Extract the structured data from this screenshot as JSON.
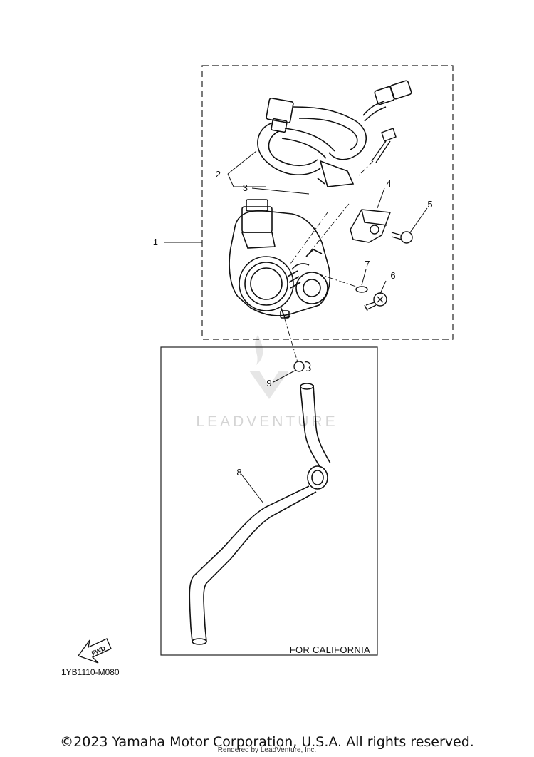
{
  "diagram": {
    "callouts": [
      "1",
      "2",
      "3",
      "4",
      "5",
      "6",
      "7",
      "8",
      "9"
    ],
    "region_note": "FOR CALIFORNIA",
    "fwd_label": "FWD",
    "part_code": "1YB1110-M080",
    "watermark": "LEADVENTURE"
  },
  "footer": {
    "copyright": "©2023 Yamaha Motor Corporation, U.S.A. All rights reserved.",
    "rendered_by": "Rendered by LeadVenture, Inc."
  }
}
